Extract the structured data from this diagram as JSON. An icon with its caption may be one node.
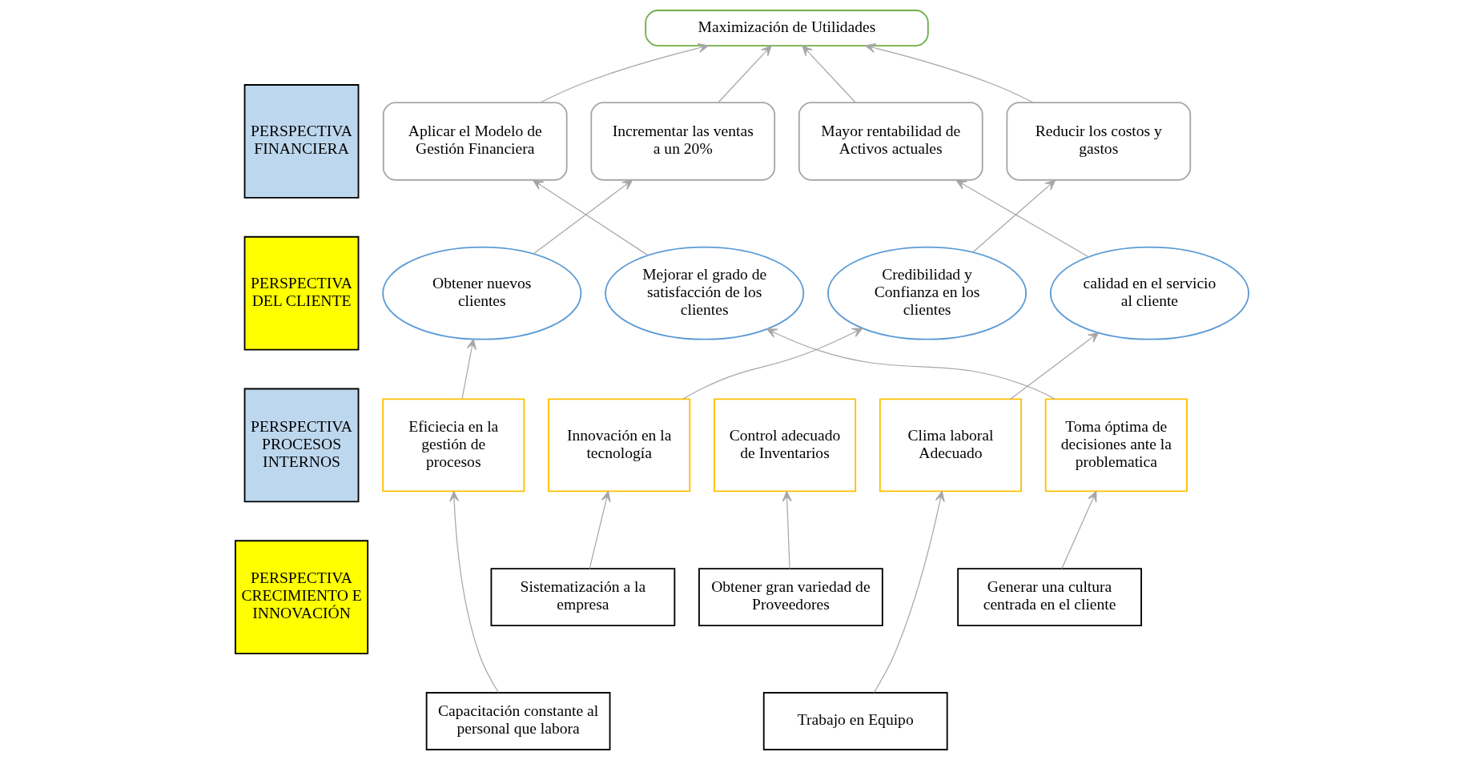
{
  "diagram": {
    "nodes": [
      {
        "text": [
          "PERSPECTIVA FINANCIERA"
        ]
      },
      {
        "text": [
          "PERSPECTIVA DEL CLIENTE"
        ]
      },
      {
        "text": [
          "PERSPECTIVA PROCESOS INTERNOS"
        ]
      },
      {
        "text": [
          "PERSPECTIVA CRECIMIENTO E INNOVACIÓN"
        ]
      },
      {
        "text": [
          "Maximización de Utilidades"
        ]
      },
      {
        "text": [
          "Aplicar el Modelo de Gestión Financiera"
        ]
      },
      {
        "text": [
          "Incrementar las ventas a un 20%"
        ]
      },
      {
        "text": [
          "Mayor rentabilidad de Activos actuales"
        ]
      },
      {
        "text": [
          "Reducir los costos y gastos"
        ]
      },
      {
        "text": [
          "Obtener nuevos clientes"
        ]
      },
      {
        "text": [
          "Mejorar el grado de satisfacción de los clientes"
        ]
      },
      {
        "text": [
          "Credibilidad y Confianza en los clientes"
        ]
      },
      {
        "text": [
          "calidad en el servicio al cliente"
        ]
      },
      {
        "text": [
          "Eficiecia en la gestión de procesos"
        ]
      },
      {
        "text": [
          "Innovación en la tecnología"
        ]
      },
      {
        "text": [
          "Control adecuado de Inventarios"
        ]
      },
      {
        "text": [
          "Clima laboral Adecuado"
        ]
      },
      {
        "text": [
          "Toma óptima de decisiones ante la problematica"
        ]
      },
      {
        "text": [
          "Sistematización a la empresa"
        ]
      },
      {
        "text": [
          "Obtener gran variedad de Proveedores"
        ]
      },
      {
        "text": [
          "Generar una cultura centrada en el cliente"
        ]
      },
      {
        "text": [
          "Capacitación constante al personal que labora"
        ]
      },
      {
        "text": [
          "Trabajo en Equipo"
        ]
      }
    ],
    "edges": [
      {
        "from": 5,
        "to": 4,
        "arrow": "to"
      },
      {
        "from": 6,
        "to": 4,
        "arrow": "to"
      },
      {
        "from": 7,
        "to": 4,
        "arrow": "to"
      },
      {
        "from": 8,
        "to": 4,
        "arrow": "to"
      },
      {
        "from": 9,
        "to": 6,
        "arrow": "to"
      },
      {
        "from": 10,
        "to": 5,
        "arrow": "to"
      },
      {
        "from": 11,
        "to": 8,
        "arrow": "to"
      },
      {
        "from": 12,
        "to": 7,
        "arrow": "to"
      },
      {
        "from": 13,
        "to": 9,
        "arrow": "to"
      },
      {
        "from": 14,
        "to": 11,
        "arrow": "to"
      },
      {
        "from": 16,
        "to": 12,
        "arrow": "to"
      },
      {
        "from": 17,
        "to": 10,
        "arrow": "to"
      },
      {
        "from": 18,
        "to": 14,
        "arrow": "to"
      },
      {
        "from": 19,
        "to": 15,
        "arrow": "to"
      },
      {
        "from": 20,
        "to": 17,
        "arrow": "to"
      },
      {
        "from": 21,
        "to": 13,
        "arrow": "to"
      },
      {
        "from": 22,
        "to": 16,
        "arrow": "to"
      }
    ]
  }
}
